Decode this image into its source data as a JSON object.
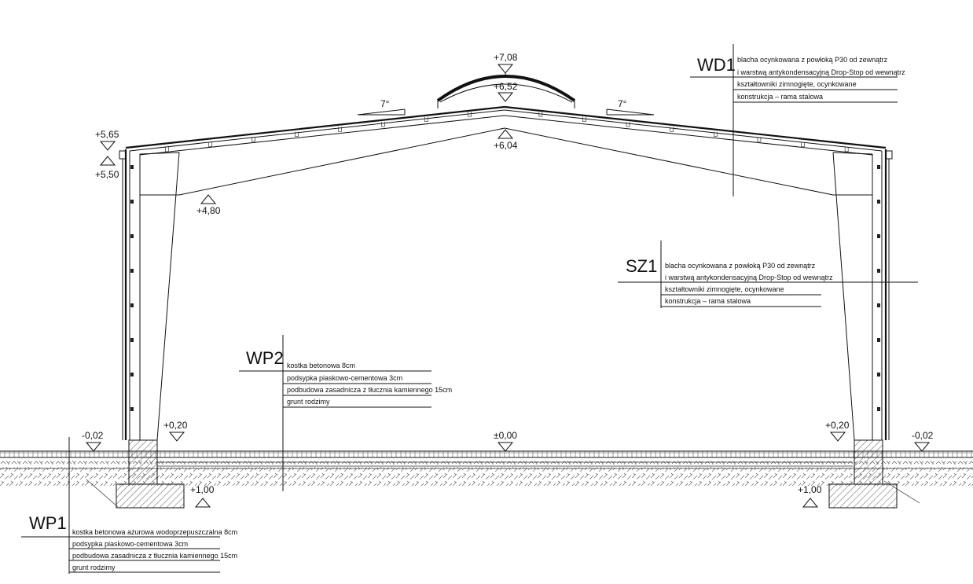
{
  "drawing": {
    "type": "cross-section",
    "roof_slope_left": "7°",
    "roof_slope_right": "7°",
    "levels": {
      "skylight_top": "+7,08",
      "skylight_base": "+6,52",
      "ridge_inner": "+6,04",
      "eaves_top": "+5,65",
      "eaves_bottom": "+5,50",
      "haunch": "+4,80",
      "floor_left_edge": "+0,20",
      "floor_right_edge": "+0,20",
      "floor_zero": "±0,00",
      "terrain_left": "-0,02",
      "terrain_right": "-0,02",
      "footing_left": "+1,00",
      "footing_right": "+1,00"
    }
  },
  "legends": {
    "wd1": {
      "tag": "WD1",
      "lines": [
        "blacha ocynkowana z powłoką P30 od zewnątrz",
        "i warstwą antykondensacyjną Drop-Stop od wewnątrz",
        "kształtowniki zimnogięte, ocynkowane",
        "konstrukcja – rama stalowa"
      ]
    },
    "sz1": {
      "tag": "SZ1",
      "lines": [
        "blacha ocynkowana z powłoką P30 od zewnątrz",
        "i warstwą antykondensacyjną Drop-Stop od wewnątrz",
        "kształtowniki zimnogięte, ocynkowane",
        "konstrukcja – rama stalowa"
      ]
    },
    "wp2": {
      "tag": "WP2",
      "lines": [
        "kostka betonowa 8cm",
        "podsypka piaskowo-cementowa 3cm",
        "podbudowa zasadnicza z tłucznia kamiennego 15cm",
        "grunt rodzimy"
      ]
    },
    "wp1": {
      "tag": "WP1",
      "lines": [
        "kostka betonowa ażurowa wodoprzepuszczalna 8cm",
        "podsypka piaskowo-cementowa 3cm",
        "podbudowa zasadnicza z tłucznia kamiennego 15cm",
        "grunt rodzimy"
      ]
    }
  }
}
